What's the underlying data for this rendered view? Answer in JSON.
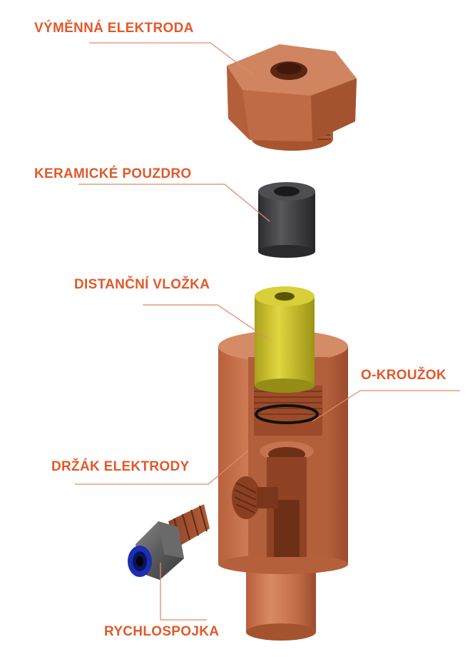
{
  "colors": {
    "label": "#e0592a",
    "leader": "#e08a68",
    "copper": "#c8754f",
    "ceramic": "#3c3c3f",
    "spacer": "#c8c02a",
    "fitting_blue": "#1b2fb0"
  },
  "labels": {
    "electrode": "VÝMĚNNÁ ELEKTRODA",
    "ceramic_sleeve": "KERAMICKÉ POUZDRO",
    "spacer": "DISTANČNÍ VLOŽKA",
    "o_ring": "O-KROUŽOK",
    "holder": "DRŽÁK ELEKTRODY",
    "quick_coupling": "RYCHLOSPOJKA"
  }
}
